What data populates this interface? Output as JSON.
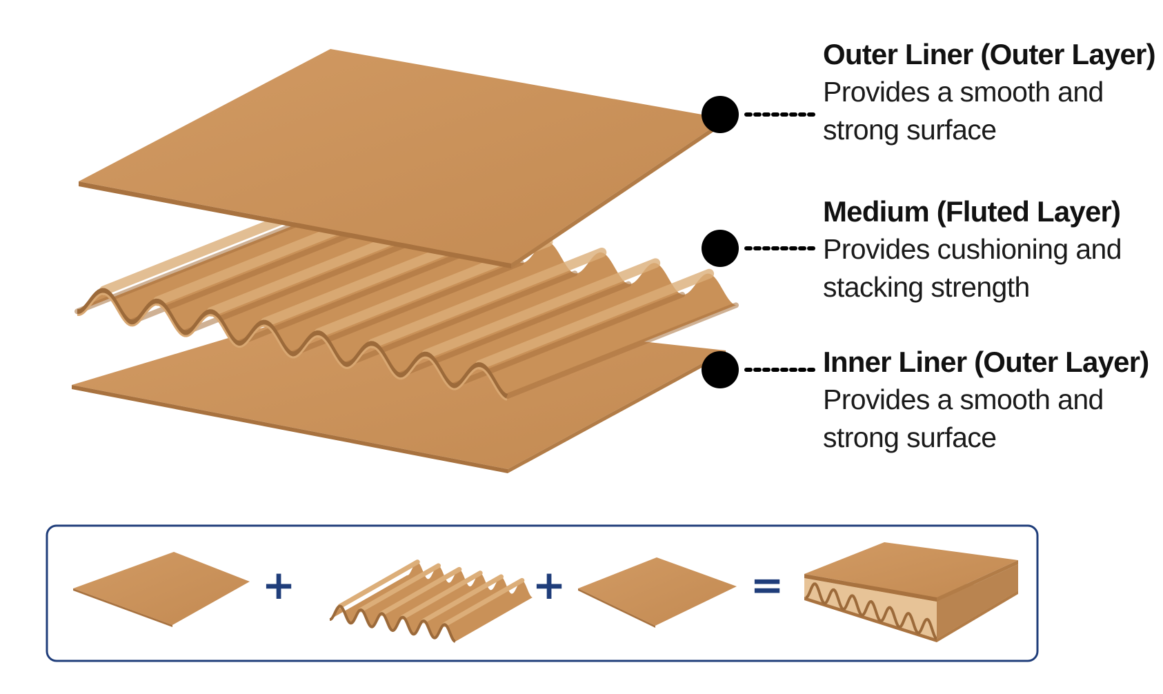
{
  "labels": {
    "outer_liner": {
      "title": "Outer Liner (Outer Layer)",
      "description": "Provides a smooth and strong surface"
    },
    "medium": {
      "title": "Medium (Fluted Layer)",
      "description": "Provides cushioning and stacking strength"
    },
    "inner_liner": {
      "title": "Inner Liner (Outer Layer)",
      "description": "Provides a smooth and strong surface"
    }
  },
  "equation": {
    "plus_1": "+",
    "plus_2": "+",
    "equals": "="
  },
  "colors": {
    "cardboard_top": "#c8915a",
    "cardboard_light": "#d4a06a",
    "cardboard_edge": "#a8723f",
    "flute_dark": "#9c6a3a",
    "marker": "#000000",
    "equation_border": "#1f3d7a",
    "equation_symbol": "#1f3d7a"
  }
}
